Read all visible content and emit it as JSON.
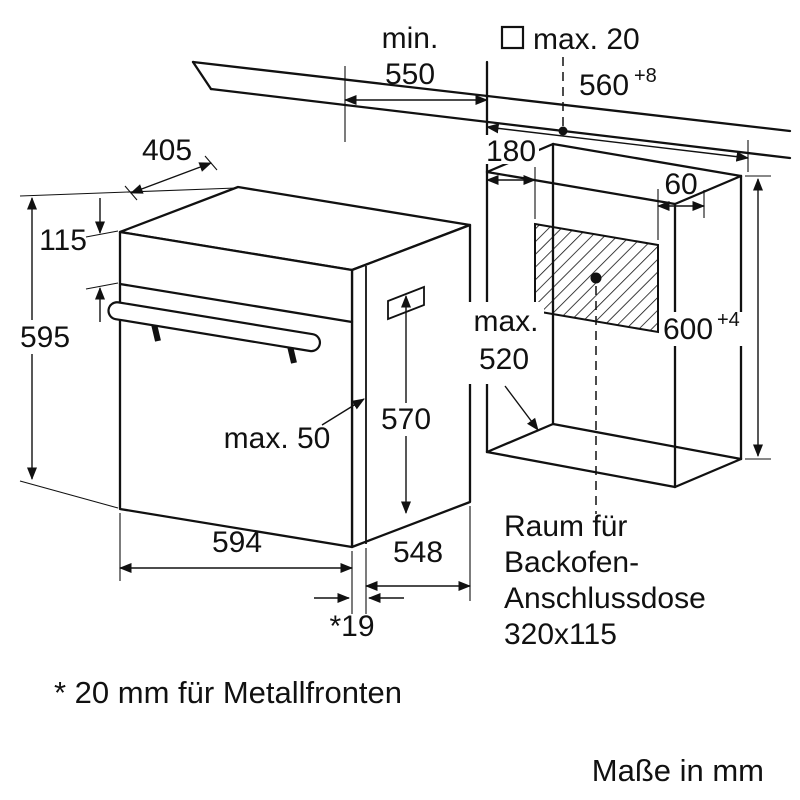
{
  "colors": {
    "line": "#111111",
    "background": "#ffffff"
  },
  "diagram": {
    "annotations": {
      "worktop_depth": {
        "line1": "min.",
        "line2": "550"
      },
      "worktop_gap": {
        "label": "max. 20"
      },
      "niche_width": {
        "value": "560",
        "tolerance": "+8"
      },
      "oven_top_depth": {
        "value": "405"
      },
      "control_panel_height": {
        "value": "115"
      },
      "oven_height": {
        "value": "595"
      },
      "niche_clear_depth": {
        "line1": "max.",
        "line2": "520"
      },
      "niche_height": {
        "value": "600",
        "tolerance": "+4"
      },
      "door_height": {
        "value": "570"
      },
      "handle_clearance": {
        "value": "max. 50"
      },
      "socket_offset_left": {
        "value": "180"
      },
      "socket_offset_right": {
        "value": "60"
      },
      "oven_width": {
        "value": "594"
      },
      "oven_body_depth": {
        "value": "548"
      },
      "door_protrusion": {
        "value": "*19"
      },
      "socket_space_note": {
        "line1": "Raum für",
        "line2": "Backofen-",
        "line3": "Anschlussdose",
        "line4": "320x115"
      }
    },
    "footnote": "* 20 mm für Metallfronten",
    "units_note": "Maße in mm"
  }
}
